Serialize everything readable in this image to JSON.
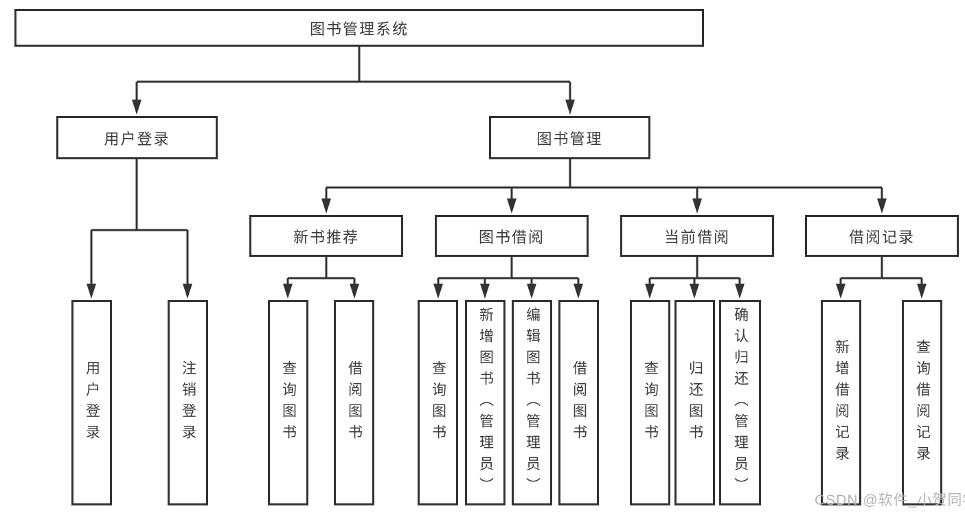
{
  "tree": {
    "label": "图书管理系统",
    "children": [
      {
        "label": "用户登录",
        "children": [
          {
            "label": "用户登录"
          },
          {
            "label": "注销登录"
          }
        ]
      },
      {
        "label": "图书管理",
        "children": [
          {
            "label": "新书推荐",
            "children": [
              {
                "label": "查询图书"
              },
              {
                "label": "借阅图书"
              }
            ]
          },
          {
            "label": "图书借阅",
            "children": [
              {
                "label": "查询图书"
              },
              {
                "label": "新增图书（管理员）"
              },
              {
                "label": "编辑图书（管理员）"
              },
              {
                "label": "借阅图书"
              }
            ]
          },
          {
            "label": "当前借阅",
            "children": [
              {
                "label": "查询图书"
              },
              {
                "label": "归还图书"
              },
              {
                "label": "确认归还（管理员）"
              }
            ]
          },
          {
            "label": "借阅记录",
            "children": [
              {
                "label": "新增借阅记录"
              },
              {
                "label": "查询借阅记录"
              }
            ]
          }
        ]
      }
    ]
  },
  "watermark": "CSDN @软件_小贺同学",
  "colors": {
    "line": "#333333",
    "text": "#3c3c3c",
    "watermark": "#b3b3b3",
    "background": "#ffffff"
  }
}
